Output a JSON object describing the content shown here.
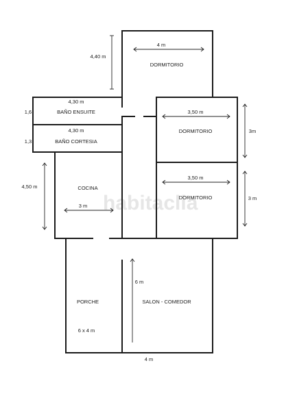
{
  "rooms": {
    "dormitorio_top": "DORMITORIO",
    "bano_ensuite": "BAÑO ENSUITE",
    "bano_cortesia": "BAÑO CORTESIA",
    "dormitorio_mid": "DORMITORIO",
    "dormitorio_low": "DORMITORIO",
    "cocina": "COCINA",
    "porche": "PORCHE",
    "salon": "SALON - COMEDOR"
  },
  "dimensions": {
    "top_height": "4,40 m",
    "top_width": "4 m",
    "ensuite_width": "4,30 m",
    "ensuite_height": "1,6",
    "cortesia_width": "4,30 m",
    "cortesia_height": "1,3",
    "dorm_mid_width": "3,50 m",
    "dorm_mid_height": "3m",
    "dorm_low_width": "3,50 m",
    "dorm_low_height": "3 m",
    "cocina_height": "4,50 m",
    "cocina_width": "3 m",
    "salon_height": "6 m",
    "porche_size": "6 x 4 m",
    "bottom_width": "4 m"
  },
  "watermark": "habitaclia"
}
